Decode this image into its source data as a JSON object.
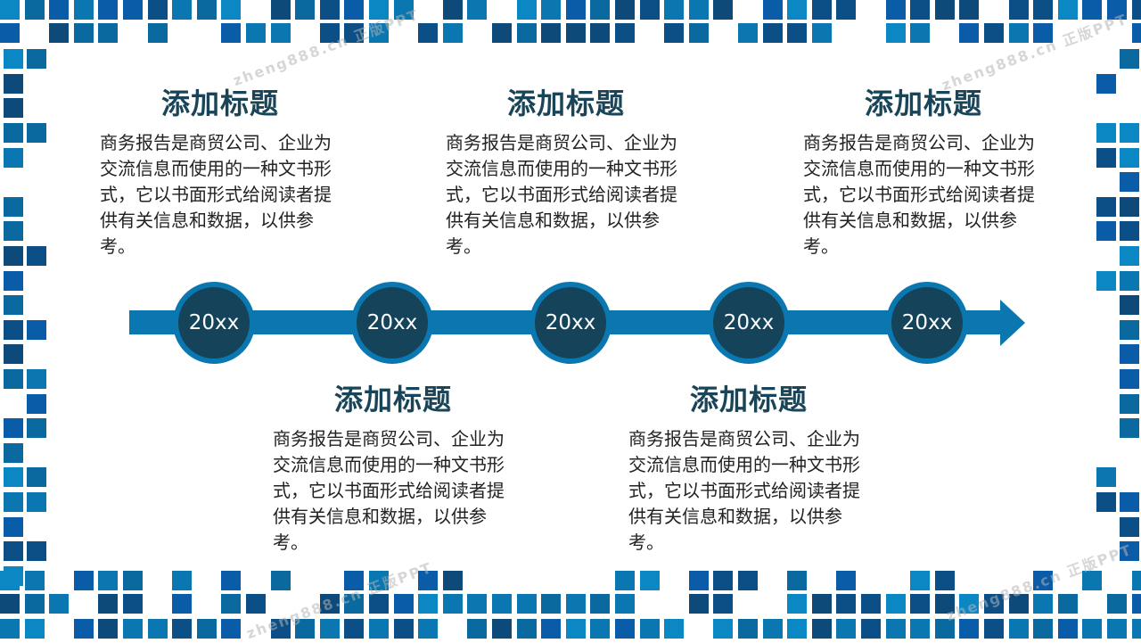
{
  "colors": {
    "accent": "#0a77b0",
    "node_fill": "#15445a",
    "title": "#1a4558",
    "tile_palette": [
      "#0b4f86",
      "#0a5ca8",
      "#0a77b0",
      "#0b88c4",
      "#0a6aa0",
      "#0d4a7a"
    ]
  },
  "watermark": "zheng888.cn 正版PPT",
  "timeline": {
    "nodes": [
      "20xx",
      "20xx",
      "20xx",
      "20xx",
      "20xx"
    ]
  },
  "items": [
    {
      "title": "添加标题",
      "body": "商务报告是商贸公司、企业为交流信息而使用的一种文书形式，它以书面形式给阅读者提供有关信息和数据，以供参考。"
    },
    {
      "title": "添加标题",
      "body": "商务报告是商贸公司、企业为交流信息而使用的一种文书形式，它以书面形式给阅读者提供有关信息和数据，以供参考。"
    },
    {
      "title": "添加标题",
      "body": "商务报告是商贸公司、企业为交流信息而使用的一种文书形式，它以书面形式给阅读者提供有关信息和数据，以供参考。"
    },
    {
      "title": "添加标题",
      "body": "商务报告是商贸公司、企业为交流信息而使用的一种文书形式，它以书面形式给阅读者提供有关信息和数据，以供参考。"
    },
    {
      "title": "添加标题",
      "body": "商务报告是商贸公司、企业为交流信息而使用的一种文书形式，它以书面形式给阅读者提供有关信息和数据，以供参考。"
    }
  ]
}
